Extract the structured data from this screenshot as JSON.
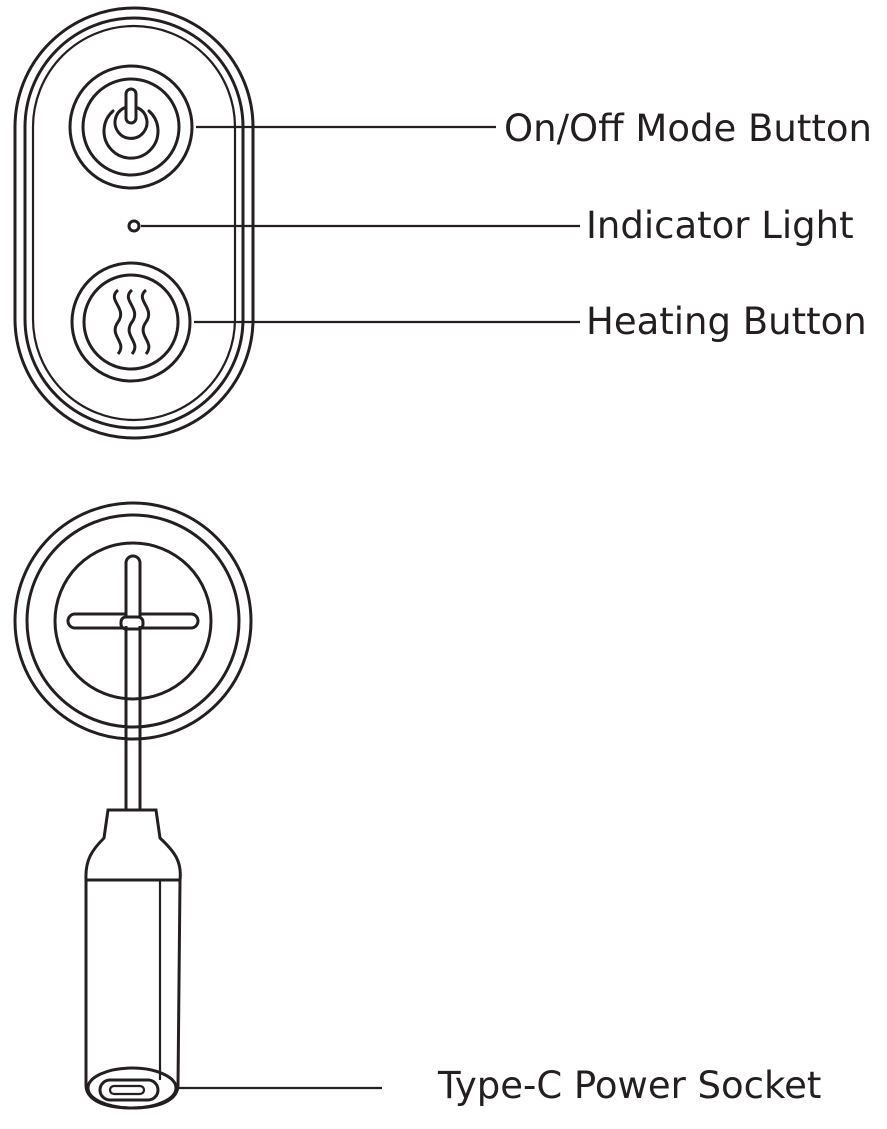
{
  "labels": {
    "power_button": "On/Off Mode Button",
    "indicator_light": "Indicator Light",
    "heating_button": "Heating Button",
    "power_socket": "Type-C Power Socket"
  },
  "icons": {
    "power_button": "power-icon",
    "heating_button": "heat-waves-icon"
  },
  "colors": {
    "line": "#231f20",
    "background": "#ffffff"
  }
}
